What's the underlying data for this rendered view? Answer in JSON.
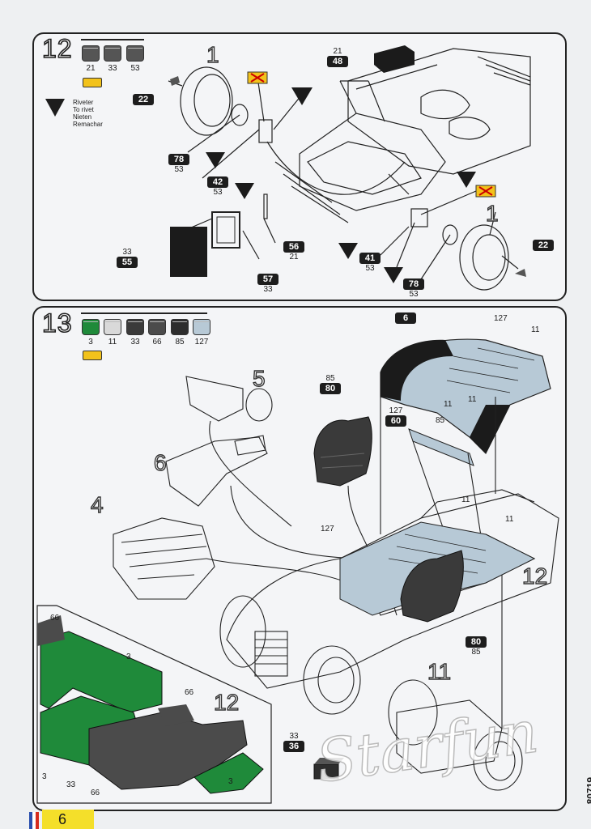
{
  "step12": {
    "number": "12",
    "paints": [
      "21",
      "33",
      "53"
    ],
    "legend": [
      "Riveter",
      "To rivet",
      "Nieten",
      "Remachar"
    ],
    "callouts": {
      "c22a": {
        "part": "22",
        "paint": ""
      },
      "c48": {
        "part": "48",
        "paint": "21"
      },
      "c78a": {
        "part": "78",
        "paint": "53"
      },
      "c42": {
        "part": "42",
        "paint": "53"
      },
      "c55": {
        "part": "55",
        "paint": "33"
      },
      "c57": {
        "part": "57",
        "paint": "33"
      },
      "c56": {
        "part": "56",
        "paint": "21"
      },
      "c41": {
        "part": "41",
        "paint": "53"
      },
      "c78b": {
        "part": "78",
        "paint": "53"
      },
      "c22b": {
        "part": "22",
        "paint": ""
      }
    },
    "sub_steps": [
      "1",
      "1"
    ]
  },
  "step13": {
    "number": "13",
    "paints": [
      "3",
      "11",
      "33",
      "66",
      "85",
      "127"
    ],
    "paint_colors": [
      "#1f8a3a",
      "#d9d9d9",
      "#3a3a3a",
      "#4b4b4b",
      "#2d2d2d",
      "#b7c9d6"
    ],
    "callouts": {
      "c6": {
        "part": "6",
        "paint": ""
      },
      "c80a": {
        "part": "80",
        "paint": "85"
      },
      "c60": {
        "part": "60",
        "paint": "127"
      },
      "c80b": {
        "part": "80",
        "paint": "85"
      },
      "c36": {
        "part": "36",
        "paint": "33"
      }
    },
    "labels": {
      "l127a": "127",
      "l11a": "11",
      "l11b": "11",
      "l11c": "11",
      "l85": "85",
      "l11d": "11",
      "l11e": "11",
      "l127b": "127",
      "l66a": "66",
      "l3a": "3",
      "l66b": "66",
      "l3b": "3",
      "l33": "33",
      "l66c": "66",
      "l3c": "3"
    },
    "sub_steps": [
      "5",
      "6",
      "4",
      "12",
      "11",
      "12"
    ]
  },
  "footer": {
    "page_number": "6",
    "catalog_code": "80719",
    "watermark": "Starfun"
  }
}
